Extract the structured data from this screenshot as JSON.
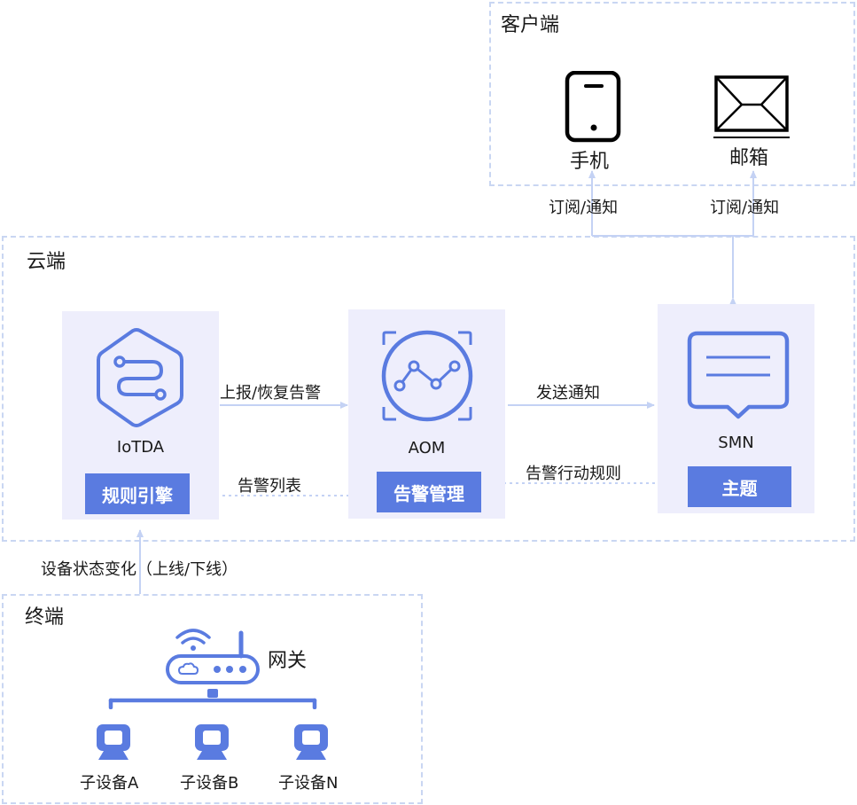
{
  "zones": {
    "client": "客户端",
    "cloud": "云端",
    "terminal": "终端"
  },
  "client": {
    "phone_label": "手机",
    "mail_label": "邮箱",
    "sub_left": "订阅/通知",
    "sub_right": "订阅/通知"
  },
  "services": {
    "iotda": {
      "name": "IoTDA",
      "tag": "规则引擎"
    },
    "aom": {
      "name": "AOM",
      "tag": "告警管理"
    },
    "smn": {
      "name": "SMN",
      "tag": "主题"
    }
  },
  "edges": {
    "report": "上报/恢复告警",
    "alarm_list": "告警列表",
    "send_notify": "发送通知",
    "alarm_rule": "告警行动规则",
    "device_change": "设备状态变化（上线/下线）"
  },
  "terminal": {
    "gateway": "网关",
    "devices": [
      "子设备A",
      "子设备B",
      "子设备N"
    ]
  },
  "colors": {
    "accent": "#5a7be0",
    "card_bg": "#eeeefc",
    "dashed_border": "#c9d6f2",
    "connector": "#c4d2f4"
  }
}
